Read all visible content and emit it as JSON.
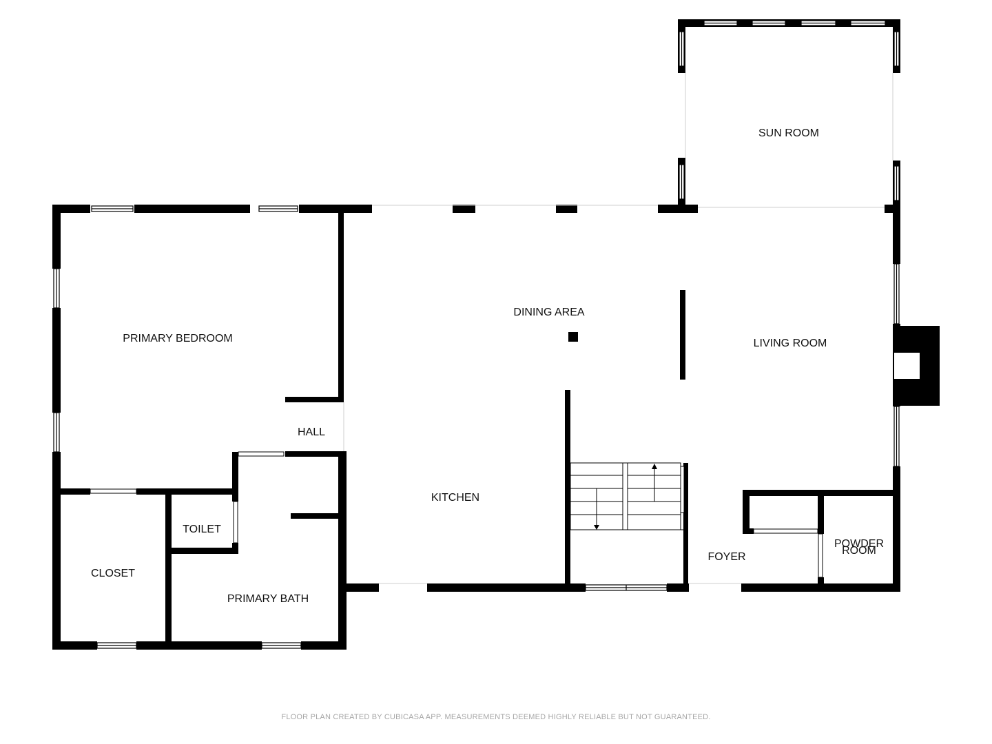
{
  "rooms": {
    "sun_room": "SUN ROOM",
    "primary_bedroom": "PRIMARY BEDROOM",
    "dining_area": "DINING AREA",
    "living_room": "LIVING ROOM",
    "hall": "HALL",
    "kitchen": "KITCHEN",
    "toilet": "TOILET",
    "closet": "CLOSET",
    "primary_bath": "PRIMARY BATH",
    "foyer": "FOYER",
    "powder_room_line1": "POWDER",
    "powder_room_line2": "ROOM"
  },
  "footer": {
    "disclaimer": "FLOOR PLAN CREATED BY CUBICASA APP. MEASUREMENTS DEEMED HIGHLY RELIABLE BUT NOT GUARANTEED."
  },
  "colors": {
    "wall": "#000000",
    "background": "#ffffff",
    "footer_text": "#a6a6a6"
  }
}
